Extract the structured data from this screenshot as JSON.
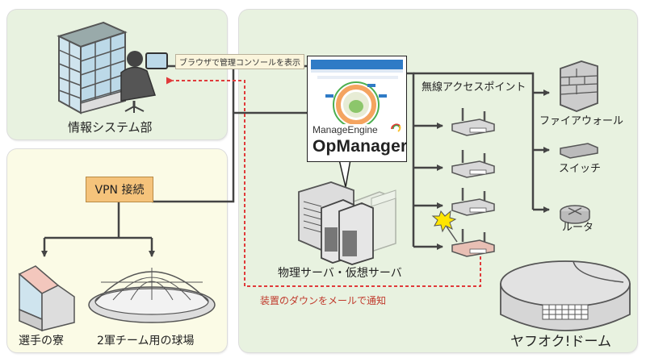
{
  "diagram": {
    "title": "OpManager network monitoring overview",
    "zones": {
      "it_department": {
        "label": "情報システム部"
      },
      "remote_sites": {
        "vpn_label": "VPN 接続",
        "dormitory_label": "選手の寮",
        "farm_stadium_label": "2軍チーム用の球場"
      },
      "dome": {
        "label": "ヤフオク!ドーム",
        "servers_label": "物理サーバ・仮想サーバ",
        "access_points_label": "無線アクセスポイント",
        "firewall_label": "ファイアウォール",
        "switch_label": "スイッチ",
        "router_label": "ルータ"
      }
    },
    "annotations": {
      "browser_console": "ブラウザで管理コンソールを表示",
      "email_notification": "装置のダウンをメールで通知"
    },
    "product": {
      "brand": "ManageEngine",
      "name": "OpManager"
    },
    "access_points": [
      {
        "status": "normal"
      },
      {
        "status": "normal"
      },
      {
        "status": "normal"
      },
      {
        "status": "down"
      }
    ],
    "colors": {
      "it_panel": "#e8f2e0",
      "remote_panel": "#fbfbe6",
      "dome_panel": "#e8f2e0",
      "vpn_box": "#f5c37b",
      "alert_line": "#e03a3a",
      "connection_line": "#444444",
      "down_device": "#e8bfb4"
    }
  }
}
